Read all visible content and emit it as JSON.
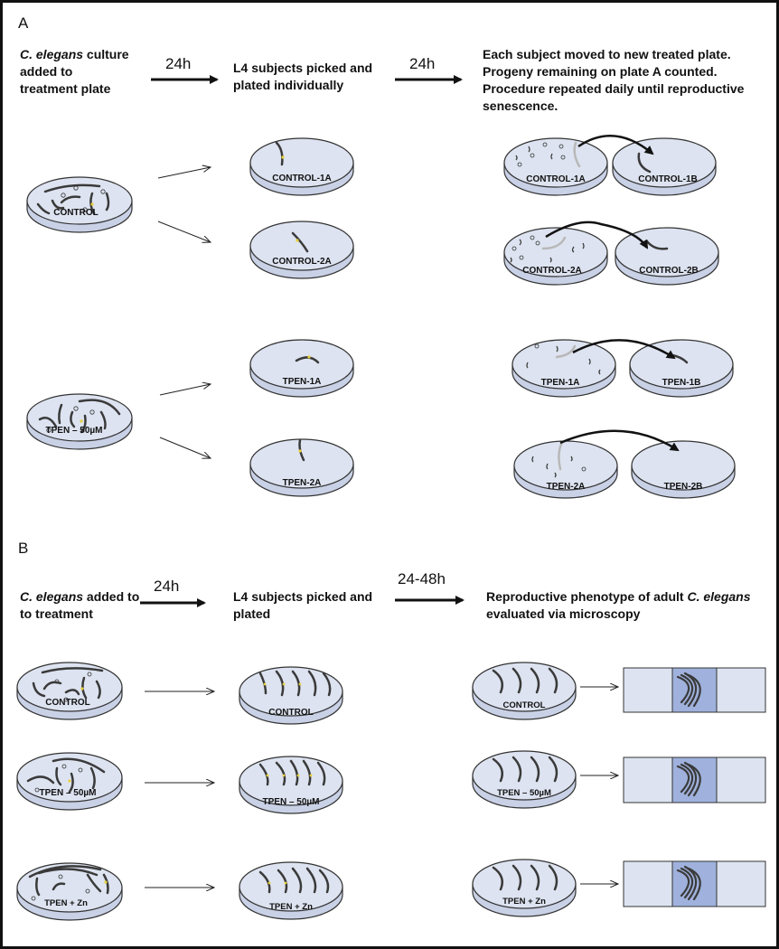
{
  "colors": {
    "plate_fill": "#dde3f0",
    "plate_stroke": "#333333",
    "slide_fill": "#dde3f0",
    "slide_window": "#9fb1dc",
    "worm": "#3a3a3a",
    "worm_ghost": "#b8b8b8",
    "egg_yellow": "#e8d13a"
  },
  "icons": [
    "petri-dish-icon",
    "worm-icon",
    "arrow-icon",
    "microscope-slide-icon"
  ],
  "panel_a": {
    "letter": "A",
    "step1": {
      "line1_italic": "C. elegans",
      "line1_rest": " culture",
      "line2": "added to",
      "line3": "treatment plate"
    },
    "time1": "24h",
    "step2": {
      "line1": "L4 subjects picked and",
      "line2": "plated individually"
    },
    "time2": "24h",
    "step3": {
      "line1": "Each subject moved to new treated plate.",
      "line2": "Progeny remaining on plate A counted.",
      "line3": "Procedure repeated daily until reproductive",
      "line4": "senescence."
    },
    "source_plates": {
      "control": "CONTROL",
      "tpen": "TPEN – 50µM"
    },
    "picked_plates": {
      "control_1a": "CONTROL-1A",
      "control_2a": "CONTROL-2A",
      "tpen_1a": "TPEN-1A",
      "tpen_2a": "TPEN-2A"
    },
    "transfer_plates": {
      "control_1a": "CONTROL-1A",
      "control_1b": "CONTROL-1B",
      "control_2a": "CONTROL-2A",
      "control_2b": "CONTROL-2B",
      "tpen_1a": "TPEN-1A",
      "tpen_1b": "TPEN-1B",
      "tpen_2a": "TPEN-2A",
      "tpen_2b": "TPEN-2B"
    }
  },
  "panel_b": {
    "letter": "B",
    "step1": {
      "line1_italic": "C. elegans",
      "line1_rest": " added to",
      "line2": "to treatment"
    },
    "time1": "24h",
    "step2": {
      "line1": "L4 subjects picked and",
      "line2": "plated"
    },
    "time2": "24-48h",
    "step3": {
      "line1_prefix": "Reproductive phenotype of adult ",
      "line1_italic": "C. elegans",
      "line2": "evaluated via microscopy"
    },
    "source_plates": {
      "control": "CONTROL",
      "tpen": "TPEN – 50µM",
      "tpen_zn": "TPEN + Zn"
    },
    "picked_plates": {
      "control": "CONTROL",
      "tpen": "TPEN – 50µM",
      "tpen_zn": "TPEN + Zn"
    },
    "adult_plates": {
      "control": "CONTROL",
      "tpen": "TPEN – 50µM",
      "tpen_zn": "TPEN + Zn"
    }
  }
}
